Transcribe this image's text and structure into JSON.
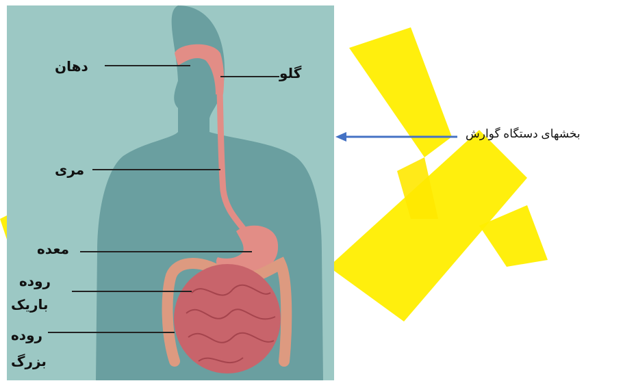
{
  "labels": {
    "mouth": "دهان",
    "throat": "گلو",
    "esophagus": "مری",
    "stomach": "معده",
    "small_intestine_1": "روده",
    "small_intestine_2": "باریک",
    "large_intestine_1": "روده",
    "large_intestine_2": "بزرگ"
  },
  "caption": "بخشهای دستگاه گوارش",
  "colors": {
    "panel_bg": "#9cc8c4",
    "silhouette": "#6a9fa0",
    "organ": "#e28d86",
    "intestine": "#c8646b",
    "watermark": "#ffee00",
    "arrow": "#4472c4"
  }
}
